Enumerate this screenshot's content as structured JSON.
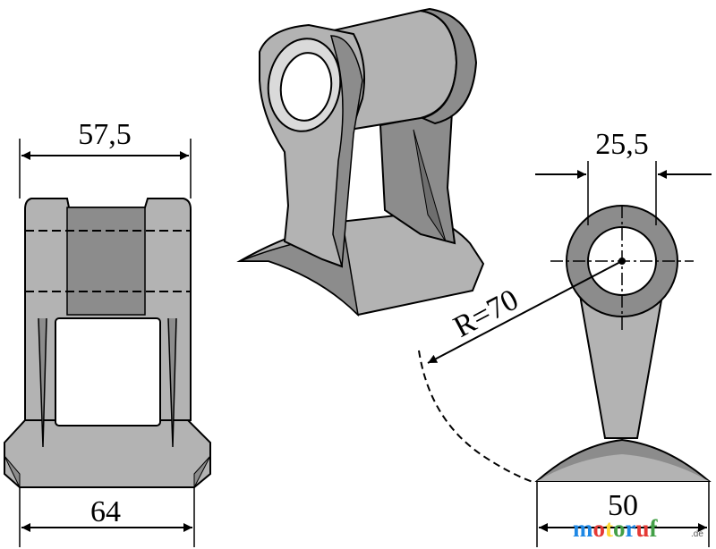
{
  "dimensions": {
    "top_width": "57,5",
    "bottom_width": "64",
    "bore": "25,5",
    "radius": "R=70",
    "foot_width": "50"
  },
  "watermark": {
    "text": "motoruf",
    "suffix": ".de"
  },
  "colors": {
    "body": "#b3b3b3",
    "shade": "#8c8c8c",
    "dark": "#6e6e6e",
    "light": "#dadada",
    "outline": "#000000"
  }
}
